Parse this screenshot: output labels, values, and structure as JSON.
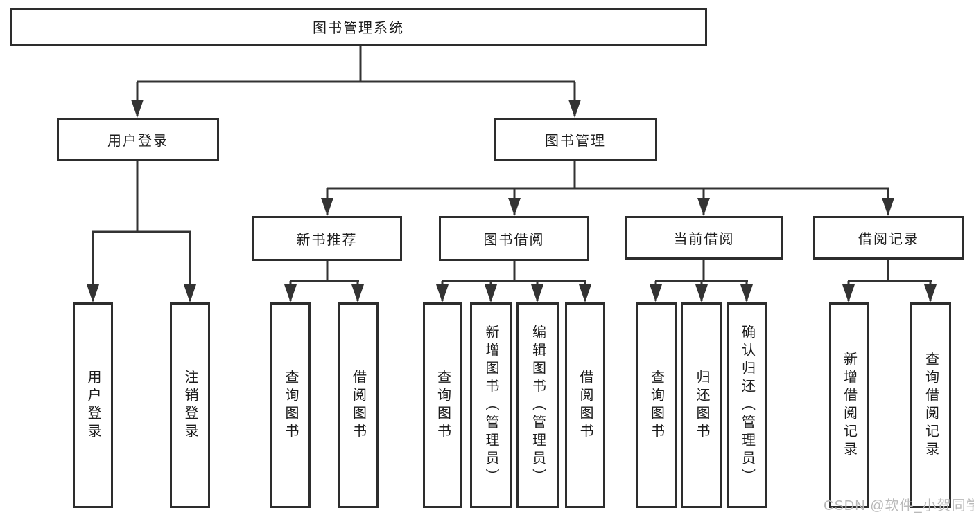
{
  "colors": {
    "line": "#333333",
    "box_border": "#2d2d2d",
    "text": "#1c1c1c",
    "watermark_text": "#b9b9b9",
    "background": "#ffffff"
  },
  "watermark": {
    "text": "CSDN @软件_小贺同学"
  },
  "diagram": {
    "title": "图书管理系统",
    "branches": [
      {
        "label": "用户登录",
        "children": [
          {
            "label": "用户登录"
          },
          {
            "label": "注销登录"
          }
        ]
      },
      {
        "label": "图书管理",
        "children": [
          {
            "label": "新书推荐",
            "children": [
              {
                "label": "查询图书"
              },
              {
                "label": "借阅图书"
              }
            ]
          },
          {
            "label": "图书借阅",
            "children": [
              {
                "label": "查询图书"
              },
              {
                "label": "新增图书（管理员）"
              },
              {
                "label": "编辑图书（管理员）"
              },
              {
                "label": "借阅图书"
              }
            ]
          },
          {
            "label": "当前借阅",
            "children": [
              {
                "label": "查询图书"
              },
              {
                "label": "归还图书"
              },
              {
                "label": "确认归还（管理员）"
              }
            ]
          },
          {
            "label": "借阅记录",
            "children": [
              {
                "label": "新增借阅记录"
              },
              {
                "label": "查询借阅记录"
              }
            ]
          }
        ]
      }
    ]
  }
}
